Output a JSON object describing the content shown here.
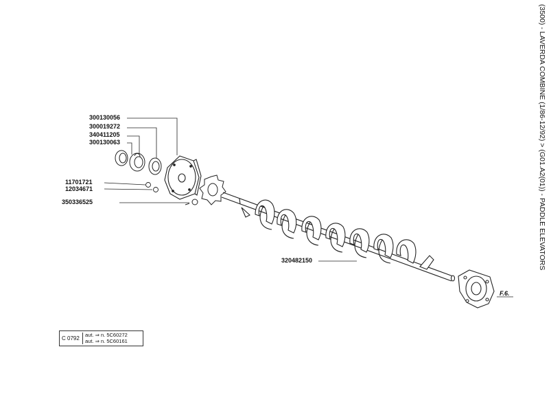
{
  "title": "(3500) - LAVERDA COMBINE (1/86-12/92) > (G01.A2(01)) - PADDLE ELEVATORS",
  "parts": [
    {
      "number": "300130056"
    },
    {
      "number": "300019272"
    },
    {
      "number": "340411205"
    },
    {
      "number": "300130063"
    },
    {
      "number": "11701721"
    },
    {
      "number": "12034671"
    },
    {
      "number": "350336525"
    },
    {
      "number": "320482150"
    }
  ],
  "figure_reference": "F.6.",
  "reference_box": {
    "code": "C 0792",
    "row1_prefix": "aut.",
    "row1_arrow": "⇒",
    "row1_text": "n. 5C60272",
    "row2_prefix": "aut.",
    "row2_arrow": "⇒",
    "row2_text": "n. 5C60161"
  }
}
